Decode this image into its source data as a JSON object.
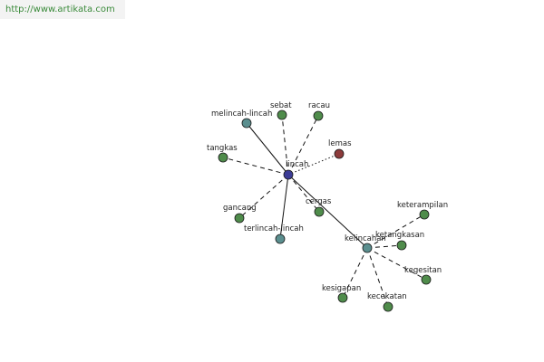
{
  "watermark": {
    "text": "http://www.artikata.com"
  },
  "colors": {
    "center_node": "#3c3c96",
    "related_node": "#5b8f8f",
    "synonym_node": "#4f8c4b",
    "antonym_node": "#8c3a3a",
    "node_stroke": "#1a1a1a",
    "edge": "#111111",
    "watermark_text": "#3a8a3a",
    "watermark_bg": "#f3f3f3"
  },
  "graph": {
    "nodes": [
      {
        "id": "lincah",
        "label": "lincah",
        "kind": "center"
      },
      {
        "id": "melincah-lincah",
        "label": "melincah-lincah",
        "kind": "related"
      },
      {
        "id": "terlincah-lincah",
        "label": "terlincah-lincah",
        "kind": "related"
      },
      {
        "id": "kelincahan",
        "label": "kelincahan",
        "kind": "related"
      },
      {
        "id": "sebat",
        "label": "sebat",
        "kind": "synonym"
      },
      {
        "id": "racau",
        "label": "racau",
        "kind": "synonym"
      },
      {
        "id": "tangkas",
        "label": "tangkas",
        "kind": "synonym"
      },
      {
        "id": "gancang",
        "label": "gancang",
        "kind": "synonym"
      },
      {
        "id": "cergas",
        "label": "cergas",
        "kind": "synonym"
      },
      {
        "id": "lemas",
        "label": "lemas",
        "kind": "antonym"
      },
      {
        "id": "keterampilan",
        "label": "keterampilan",
        "kind": "synonym"
      },
      {
        "id": "ketangkasan",
        "label": "ketangkasan",
        "kind": "synonym"
      },
      {
        "id": "kegesitan",
        "label": "kegesitan",
        "kind": "synonym"
      },
      {
        "id": "kesigapan",
        "label": "kesigapan",
        "kind": "synonym"
      },
      {
        "id": "kecekatan",
        "label": "kecekatan",
        "kind": "synonym"
      }
    ],
    "edges": [
      {
        "from": "lincah",
        "to": "melincah-lincah",
        "style": "solid"
      },
      {
        "from": "lincah",
        "to": "terlincah-lincah",
        "style": "solid"
      },
      {
        "from": "lincah",
        "to": "kelincahan",
        "style": "solid"
      },
      {
        "from": "lincah",
        "to": "sebat",
        "style": "dashed"
      },
      {
        "from": "lincah",
        "to": "racau",
        "style": "dashed"
      },
      {
        "from": "lincah",
        "to": "tangkas",
        "style": "dashed"
      },
      {
        "from": "lincah",
        "to": "gancang",
        "style": "dashed"
      },
      {
        "from": "lincah",
        "to": "cergas",
        "style": "dashed"
      },
      {
        "from": "lincah",
        "to": "lemas",
        "style": "dotted"
      },
      {
        "from": "kelincahan",
        "to": "keterampilan",
        "style": "dashed"
      },
      {
        "from": "kelincahan",
        "to": "ketangkasan",
        "style": "dashed"
      },
      {
        "from": "kelincahan",
        "to": "kegesitan",
        "style": "dashed"
      },
      {
        "from": "kelincahan",
        "to": "kesigapan",
        "style": "dashed"
      },
      {
        "from": "kelincahan",
        "to": "kecekatan",
        "style": "dashed"
      }
    ]
  }
}
